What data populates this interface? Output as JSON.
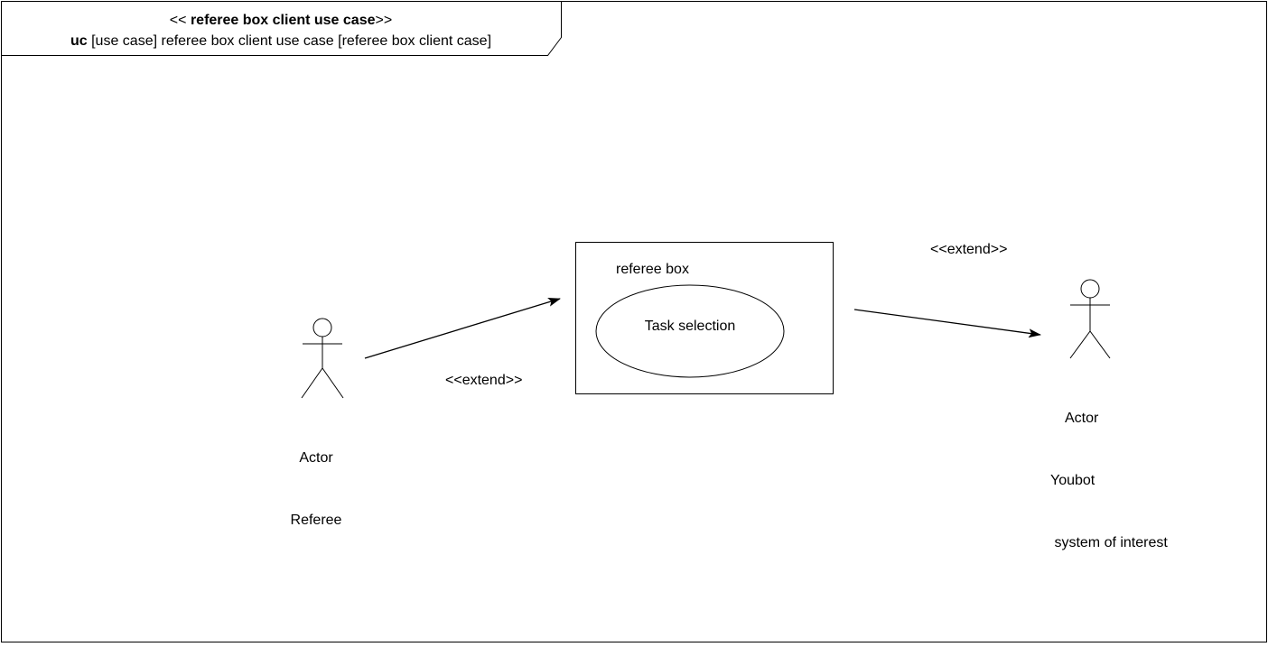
{
  "frame": {
    "stereo_open": "<< ",
    "stereo_name": "referee box client use case",
    "stereo_close": ">>",
    "kind": "uc",
    "subtitle": "[use case] referee box client use case  [referee box client case]"
  },
  "system_box": {
    "label": "referee box"
  },
  "use_case": {
    "label": "Task selection"
  },
  "actors": {
    "referee": {
      "line1": "Actor",
      "line2": "Referee"
    },
    "youbot": {
      "line1": "Actor",
      "line2": "Youbot",
      "line3": " system of interest"
    }
  },
  "relations": {
    "left": {
      "label": "<<extend>>"
    },
    "right": {
      "label": "<<extend>>"
    }
  }
}
